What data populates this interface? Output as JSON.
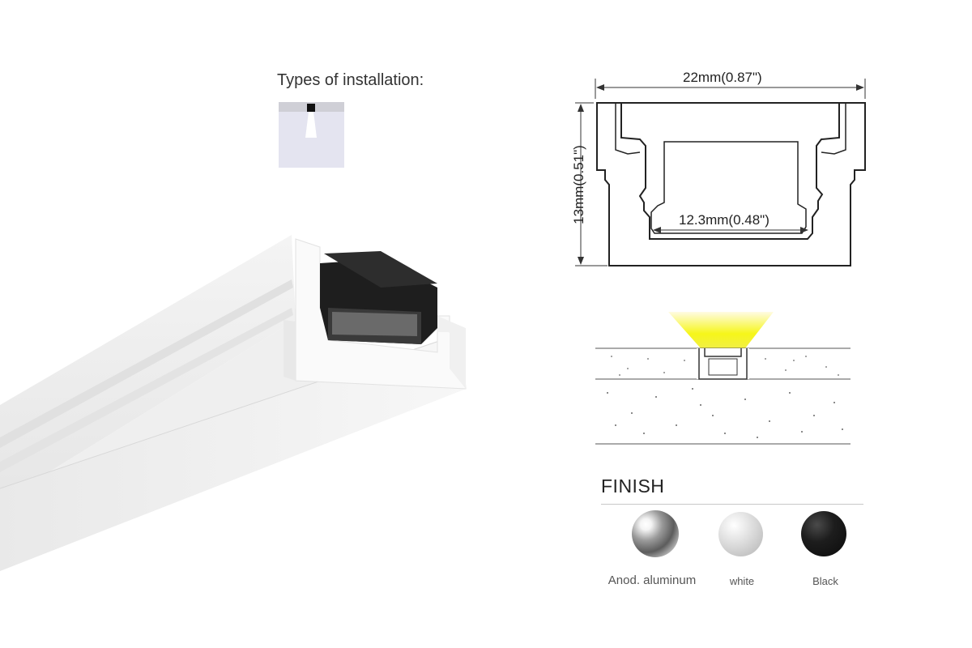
{
  "installation": {
    "title": "Types of installation:"
  },
  "dimensions": {
    "width": "22mm(0.87\")",
    "height": "13mm(0.51\")",
    "inner_width": "12.3mm(0.48\")"
  },
  "finish": {
    "title": "FINISH",
    "options": [
      {
        "label": "Anod. aluminum",
        "color": "#8a8a8a"
      },
      {
        "label": "white",
        "color": "#d4d4d4"
      },
      {
        "label": "Black",
        "color": "#111111"
      }
    ]
  },
  "colors": {
    "light_beam": "#f5f500",
    "profile_body": "#f2f2f2",
    "diffuser": "#1a1a1a"
  }
}
